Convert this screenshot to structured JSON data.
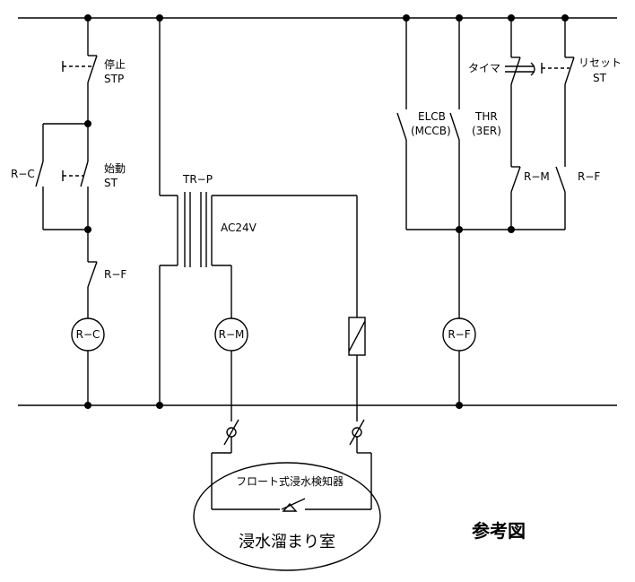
{
  "labels": {
    "stop": "停止",
    "stop_code": "STP",
    "rc_contact": "R−C",
    "start": "始動",
    "start_code": "ST",
    "rf_contact_left": "R−F",
    "rc_coil": "R−C",
    "transformer": "TR−P",
    "voltage": "AC24V",
    "rm_coil": "R−M",
    "elcb": "ELCB",
    "mccb": "(MCCB)",
    "thr": "THR",
    "thr_code": "(3ER)",
    "timer": "タイマ",
    "reset": "リセット",
    "reset_code": "ST",
    "rm_contact": "R−M",
    "rf_contact_right": "R−F",
    "rf_coil": "R−F",
    "float_detector": "フロート式浸水検知器",
    "room": "浸水溜まり室",
    "reference": "参考図"
  }
}
